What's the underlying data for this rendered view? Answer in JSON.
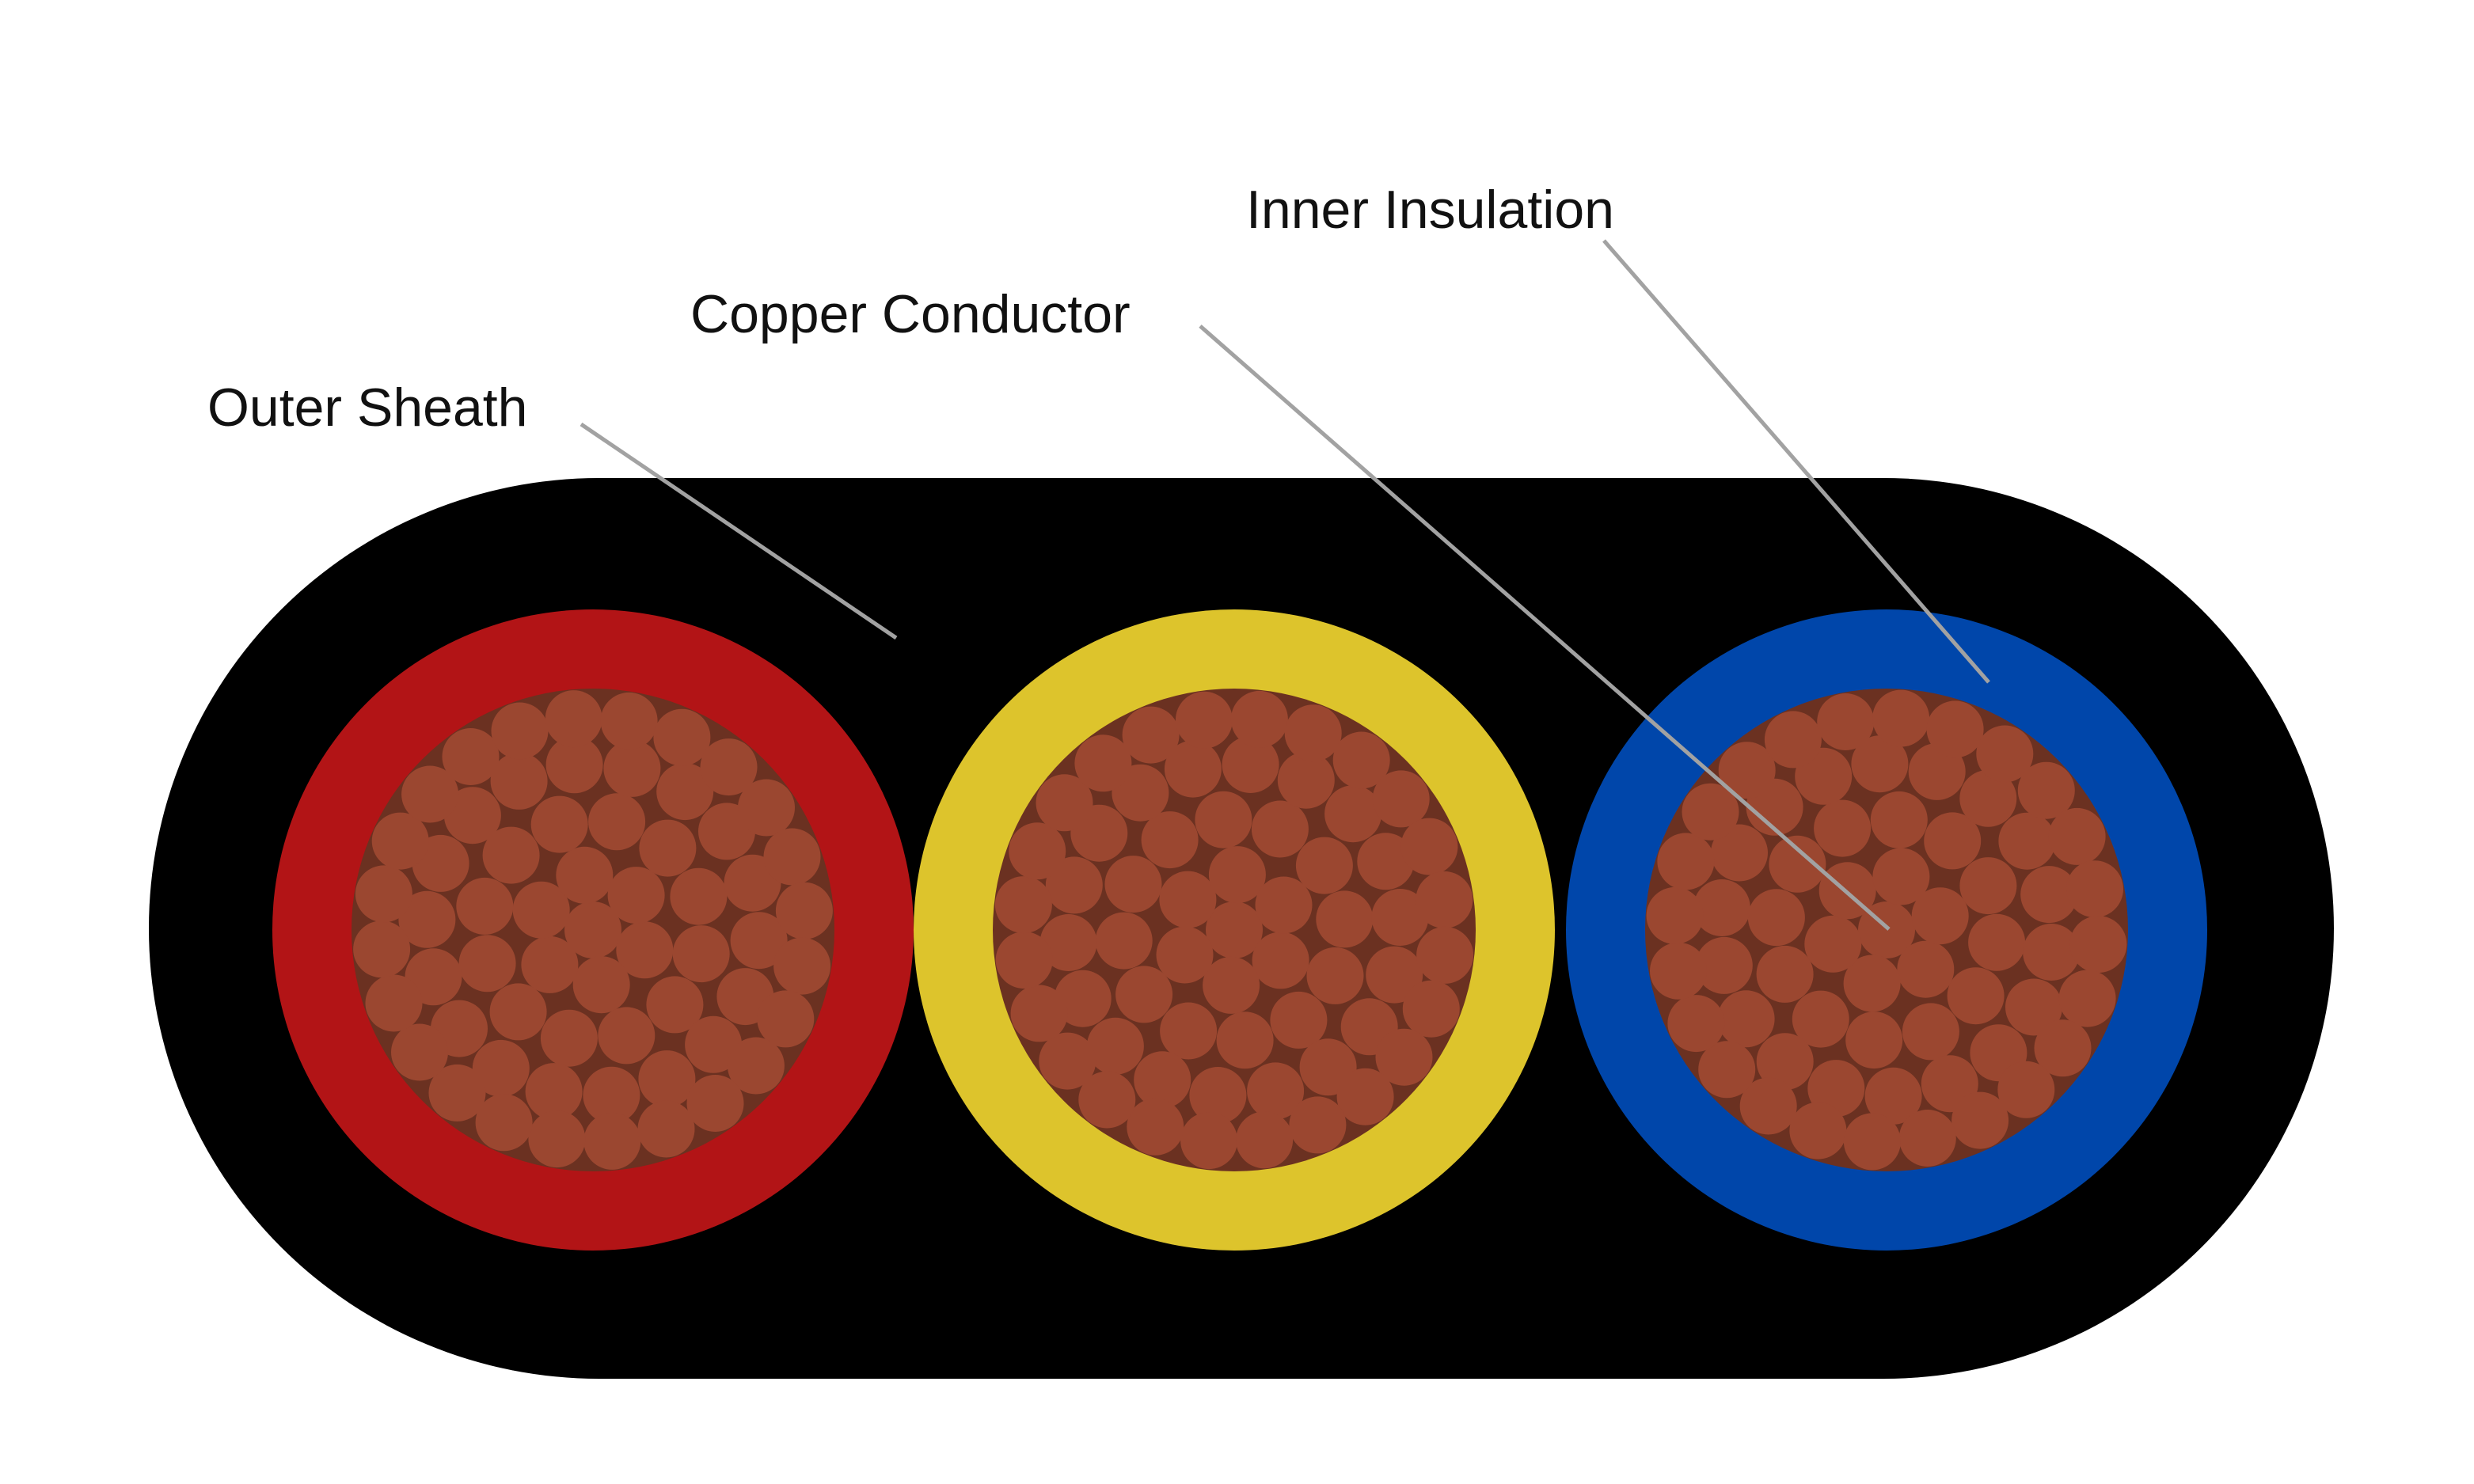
{
  "labels": {
    "outer_sheath": "Outer Sheath",
    "copper_conductor": "Copper Conductor",
    "inner_insulation": "Inner Insulation"
  },
  "colors": {
    "background": "#ffffff",
    "sheath": "#000000",
    "insulation_red": "#b21416",
    "insulation_yellow": "#ddc42c",
    "insulation_blue": "#0046aa",
    "conductor_base": "#6b3121",
    "conductor_strand": "#9b4730",
    "leader_line": "#a2a2a2",
    "label_text": "#111111"
  },
  "cores": [
    {
      "name": "red-core",
      "insulation_color": "insulation_red"
    },
    {
      "name": "yellow-core",
      "insulation_color": "insulation_yellow"
    },
    {
      "name": "blue-core",
      "insulation_color": "insulation_blue"
    }
  ]
}
